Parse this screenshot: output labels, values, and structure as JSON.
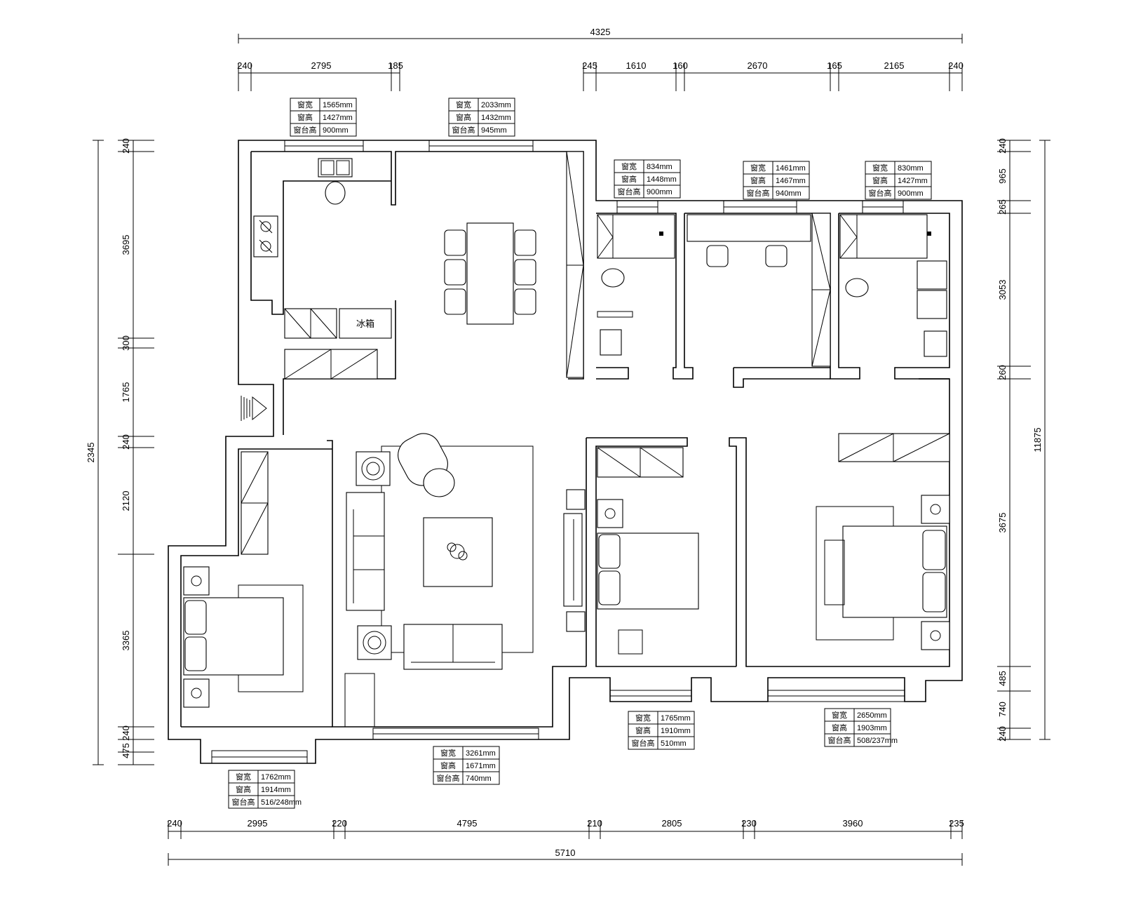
{
  "dimensions": {
    "top_total": "4325",
    "top_left": [
      "240",
      "2795",
      "185"
    ],
    "top_right": [
      "245",
      "1610",
      "160",
      "2670",
      "165",
      "2165",
      "240"
    ],
    "bottom_total": "5710",
    "bottom": [
      "240",
      "2995",
      "220",
      "4795",
      "210",
      "2805",
      "230",
      "3960",
      "235"
    ],
    "left_total": "2345",
    "left": [
      "240",
      "3695",
      "300",
      "1765",
      "240",
      "2120",
      "3365",
      "240",
      "475"
    ],
    "right_total": "11875",
    "right": [
      "240",
      "965",
      "265",
      "3053",
      "260",
      "3675",
      "485",
      "740",
      "240"
    ]
  },
  "window_labels": {
    "width": "窗宽",
    "height": "窗高",
    "sill": "窗台高"
  },
  "window_tables": [
    {
      "width": "1565mm",
      "height": "1427mm",
      "sill": "900mm"
    },
    {
      "width": "2033mm",
      "height": "1432mm",
      "sill": "945mm"
    },
    {
      "width": "834mm",
      "height": "1448mm",
      "sill": "900mm"
    },
    {
      "width": "1461mm",
      "height": "1467mm",
      "sill": "940mm"
    },
    {
      "width": "830mm",
      "height": "1427mm",
      "sill": "900mm"
    },
    {
      "width": "1765mm",
      "height": "1910mm",
      "sill": "510mm"
    },
    {
      "width": "2650mm",
      "height": "1903mm",
      "sill": "508/237mm"
    },
    {
      "width": "3261mm",
      "height": "1671mm",
      "sill": "740mm"
    },
    {
      "width": "1762mm",
      "height": "1914mm",
      "sill": "516/248mm"
    }
  ],
  "fridge_label": "冰箱"
}
